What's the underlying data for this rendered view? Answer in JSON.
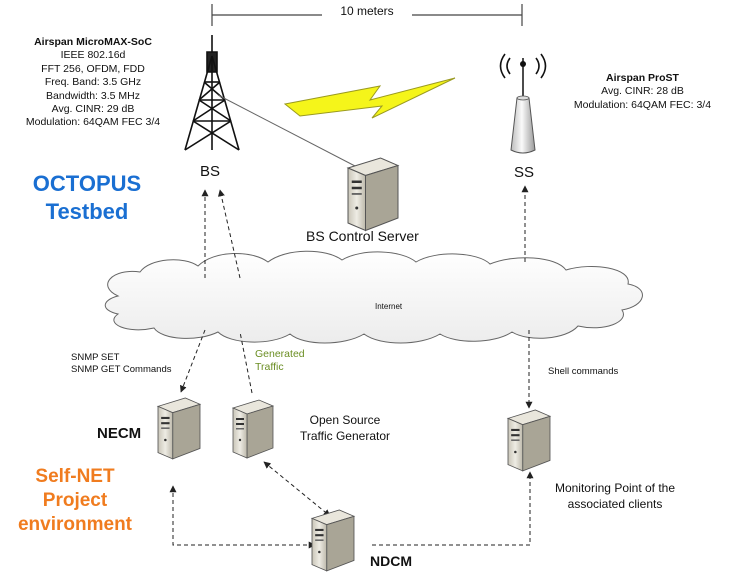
{
  "distance_label": "10 meters",
  "bs_spec": {
    "title": "Airspan MicroMAX-SoC",
    "lines": [
      "IEEE 802.16d",
      "FFT 256, OFDM, FDD",
      "Freq. Band: 3.5 GHz",
      "Bandwidth: 3.5 MHz",
      "Avg. CINR: 29 dB",
      "Modulation: 64QAM FEC 3/4"
    ]
  },
  "ss_spec": {
    "title": "Airspan ProST",
    "lines": [
      "Avg. CINR: 28 dB",
      "Modulation: 64QAM FEC: 3/4"
    ]
  },
  "testbed_title": [
    "OCTOPUS",
    "Testbed"
  ],
  "project_title": [
    "Self-NET",
    "Project",
    "environment"
  ],
  "nodes": {
    "bs": "BS",
    "ss": "SS",
    "control_server": "BS Control Server",
    "internet": "Internet",
    "necm": "NECM",
    "ndcm": "NDCM",
    "traffic_generator": [
      "Open Source",
      "Traffic Generator"
    ],
    "monitoring_point": [
      "Monitoring Point of the",
      "associated clients"
    ]
  },
  "link_labels": {
    "snmp": [
      "SNMP SET",
      "SNMP GET Commands"
    ],
    "generated": [
      "Generated",
      "Traffic"
    ],
    "shell": "Shell commands"
  },
  "colors": {
    "testbed": "#1a6fd2",
    "project": "#f07c1f",
    "generated_traffic": "#6b8e23",
    "lightning": "#f5f51a"
  }
}
